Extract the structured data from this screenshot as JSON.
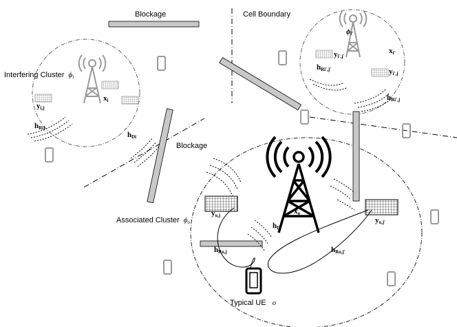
{
  "labels": {
    "blockage_top": "Blockage",
    "blockage_mid": "Blockage",
    "cell_boundary": "Cell Boundary",
    "interfering_cluster": "Interfering Cluster",
    "interfering_cluster_sym": "ϕ",
    "interfering_cluster_sub": "i",
    "associated_cluster": "Associated Cluster",
    "associated_cluster_sym": "ϕ",
    "associated_cluster_sub": "o",
    "typical_ue": "Typical UE",
    "typical_ue_sym": "o"
  },
  "math": {
    "x_i": {
      "main": "x",
      "sub": "i"
    },
    "y_ij": {
      "main": "y",
      "sub": "i,j"
    },
    "h_Rij": {
      "main": "h",
      "sub": "Rij"
    },
    "h_Di": {
      "main": "h",
      "sub": "Di"
    },
    "x_iprime": {
      "main": "x",
      "sub": "i′"
    },
    "y_iprime_jprime": {
      "main": "y",
      "sub": "i′,j′"
    },
    "y_iprime_j": {
      "main": "y",
      "sub": "i′,j"
    },
    "h_R_iprime_jprime": {
      "main": "h",
      "sub": "Ri′,j′"
    },
    "h_R_iprime_j": {
      "main": "h",
      "sub": "Ri′,j"
    },
    "phi_iprime": {
      "main": "ϕ",
      "sub": "i′"
    },
    "x_o": {
      "main": "x",
      "sub": "o"
    },
    "y_oj": {
      "main": "y",
      "sub": "o,j"
    },
    "y_ojprime": {
      "main": "y",
      "sub": "o,j′"
    },
    "h_D": {
      "main": "h",
      "sub": "D"
    },
    "h_Roj": {
      "main": "h",
      "sub": "Ro,j"
    },
    "h_Rojprime": {
      "main": "h",
      "sub": "Ro,j′"
    }
  },
  "colors": {
    "ink": "#000000",
    "gray": "#999999",
    "blockage_fill": "#c8c8c8"
  },
  "icons": [
    "tower-icon",
    "phone-icon",
    "ris-panel-icon"
  ]
}
